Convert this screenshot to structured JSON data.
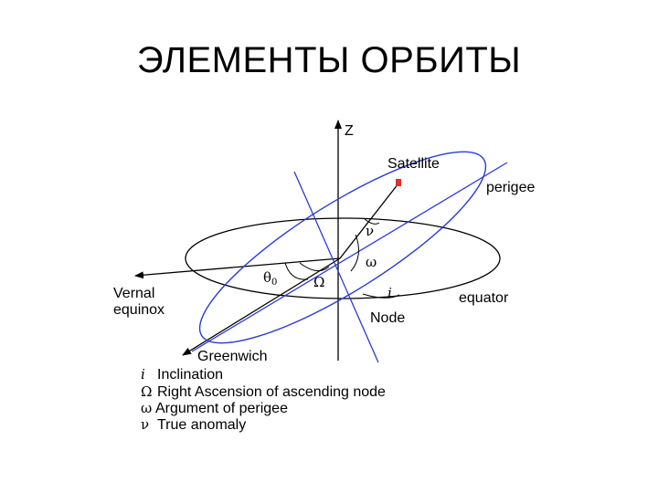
{
  "title": "ЭЛЕМЕНТЫ ОРБИТЫ",
  "colors": {
    "orbit": "#2b3bd6",
    "axes": "#000000",
    "satellite": "#e03030"
  },
  "labels": {
    "z_axis": "Z",
    "satellite": "Satellite",
    "perigee": "perigee",
    "vernal": "Vernal",
    "equinox": "equinox",
    "equator": "equator",
    "node": "Node",
    "greenwich": "Greenwich",
    "theta0": "θ",
    "theta0_sub": "0",
    "nu": "ν",
    "omega_small": "ω",
    "omega_big": "Ω",
    "inclination_sym": "i"
  },
  "legend": [
    {
      "symbol": "i",
      "text": "Inclination"
    },
    {
      "symbol": "Ω",
      "text": "Right Ascension of ascending node"
    },
    {
      "symbol": "ω",
      "text": "Argument of perigee"
    },
    {
      "symbol": "ν",
      "text": "True anomaly"
    }
  ]
}
